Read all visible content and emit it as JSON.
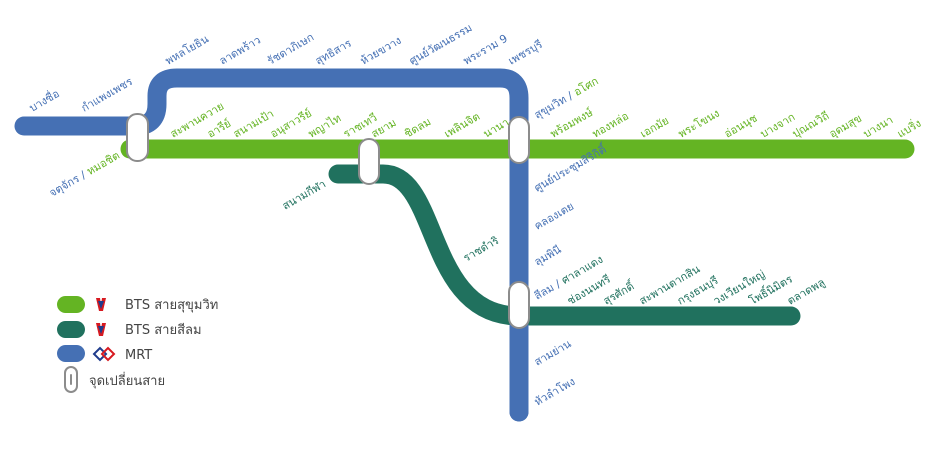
{
  "colors": {
    "sukhumvit": "#64b423",
    "silom": "#20715e",
    "mrt": "#4570b4",
    "interchange_stroke": "#8c8c8c",
    "legend_text": "#444444"
  },
  "lines": [
    {
      "id": "sukhumvit",
      "name": "BTS สายสุขุมวิท",
      "color": "#64b423",
      "icon": "bts-logo-icon"
    },
    {
      "id": "silom",
      "name": "BTS สายสีลม",
      "color": "#20715e",
      "icon": "bts-logo-icon"
    },
    {
      "id": "mrt",
      "name": "MRT",
      "color": "#4570b4",
      "icon": "mrt-logo-icon"
    }
  ],
  "legend": {
    "sukhumvit": "BTS สายสุขุมวิท",
    "silom": "BTS สายสีลม",
    "mrt": "MRT",
    "interchange": "จุดเปลี่ยนสาย"
  },
  "stations": {
    "mrt_top": [
      "บางซื่อ",
      "กำแพงเพชร",
      "พหลโยธิน",
      "ลาดพร้าว",
      "รัชดาภิเษก",
      "สุทธิสาร",
      "ห้วยขวาง",
      "ศูนย์วัฒนธรรม",
      "พระราม 9",
      "เพชรบุรี"
    ],
    "mrt_south": [
      "ศูนย์ประชุมสิริกิติ์",
      "คลองเตย",
      "ลุมพินี",
      "สามย่าน",
      "หัวลำโพง"
    ],
    "sukhumvit": [
      "สะพานควาย",
      "อารีย์",
      "สนามเป้า",
      "อนุสาวรีย์",
      "พญาไท",
      "ราชเทวี",
      "ชิดลม",
      "เพลินจิต",
      "นานา",
      "พร้อมพงษ์",
      "ทองหล่อ",
      "เอกมัย",
      "พระโขนง",
      "อ่อนนุช",
      "บางจาก",
      "ปุณณวิถี",
      "อุดมสุข",
      "บางนา",
      "แบริ่ง"
    ],
    "silom": [
      "สนามกีฬา",
      "ราชดำริ",
      "ช่องนนทรี",
      "สุรศักดิ์",
      "สะพานตากสิน",
      "กรุงธนบุรี",
      "วงเวียนใหญ่",
      "โพธิ์นิมิตร",
      "ตลาดพลู"
    ],
    "interchanges": {
      "mochit_a": "จตุจักร",
      "mochit_sep": " / ",
      "mochit_b": "หมอชิต",
      "siam": "สยาม",
      "sukhumvit_a": "สุขุมวิท",
      "sukhumvit_sep": " / ",
      "sukhumvit_b": "อโศก",
      "silom_a": "สีลม",
      "silom_sep": " / ",
      "silom_b": "ศาลาแดง"
    }
  }
}
